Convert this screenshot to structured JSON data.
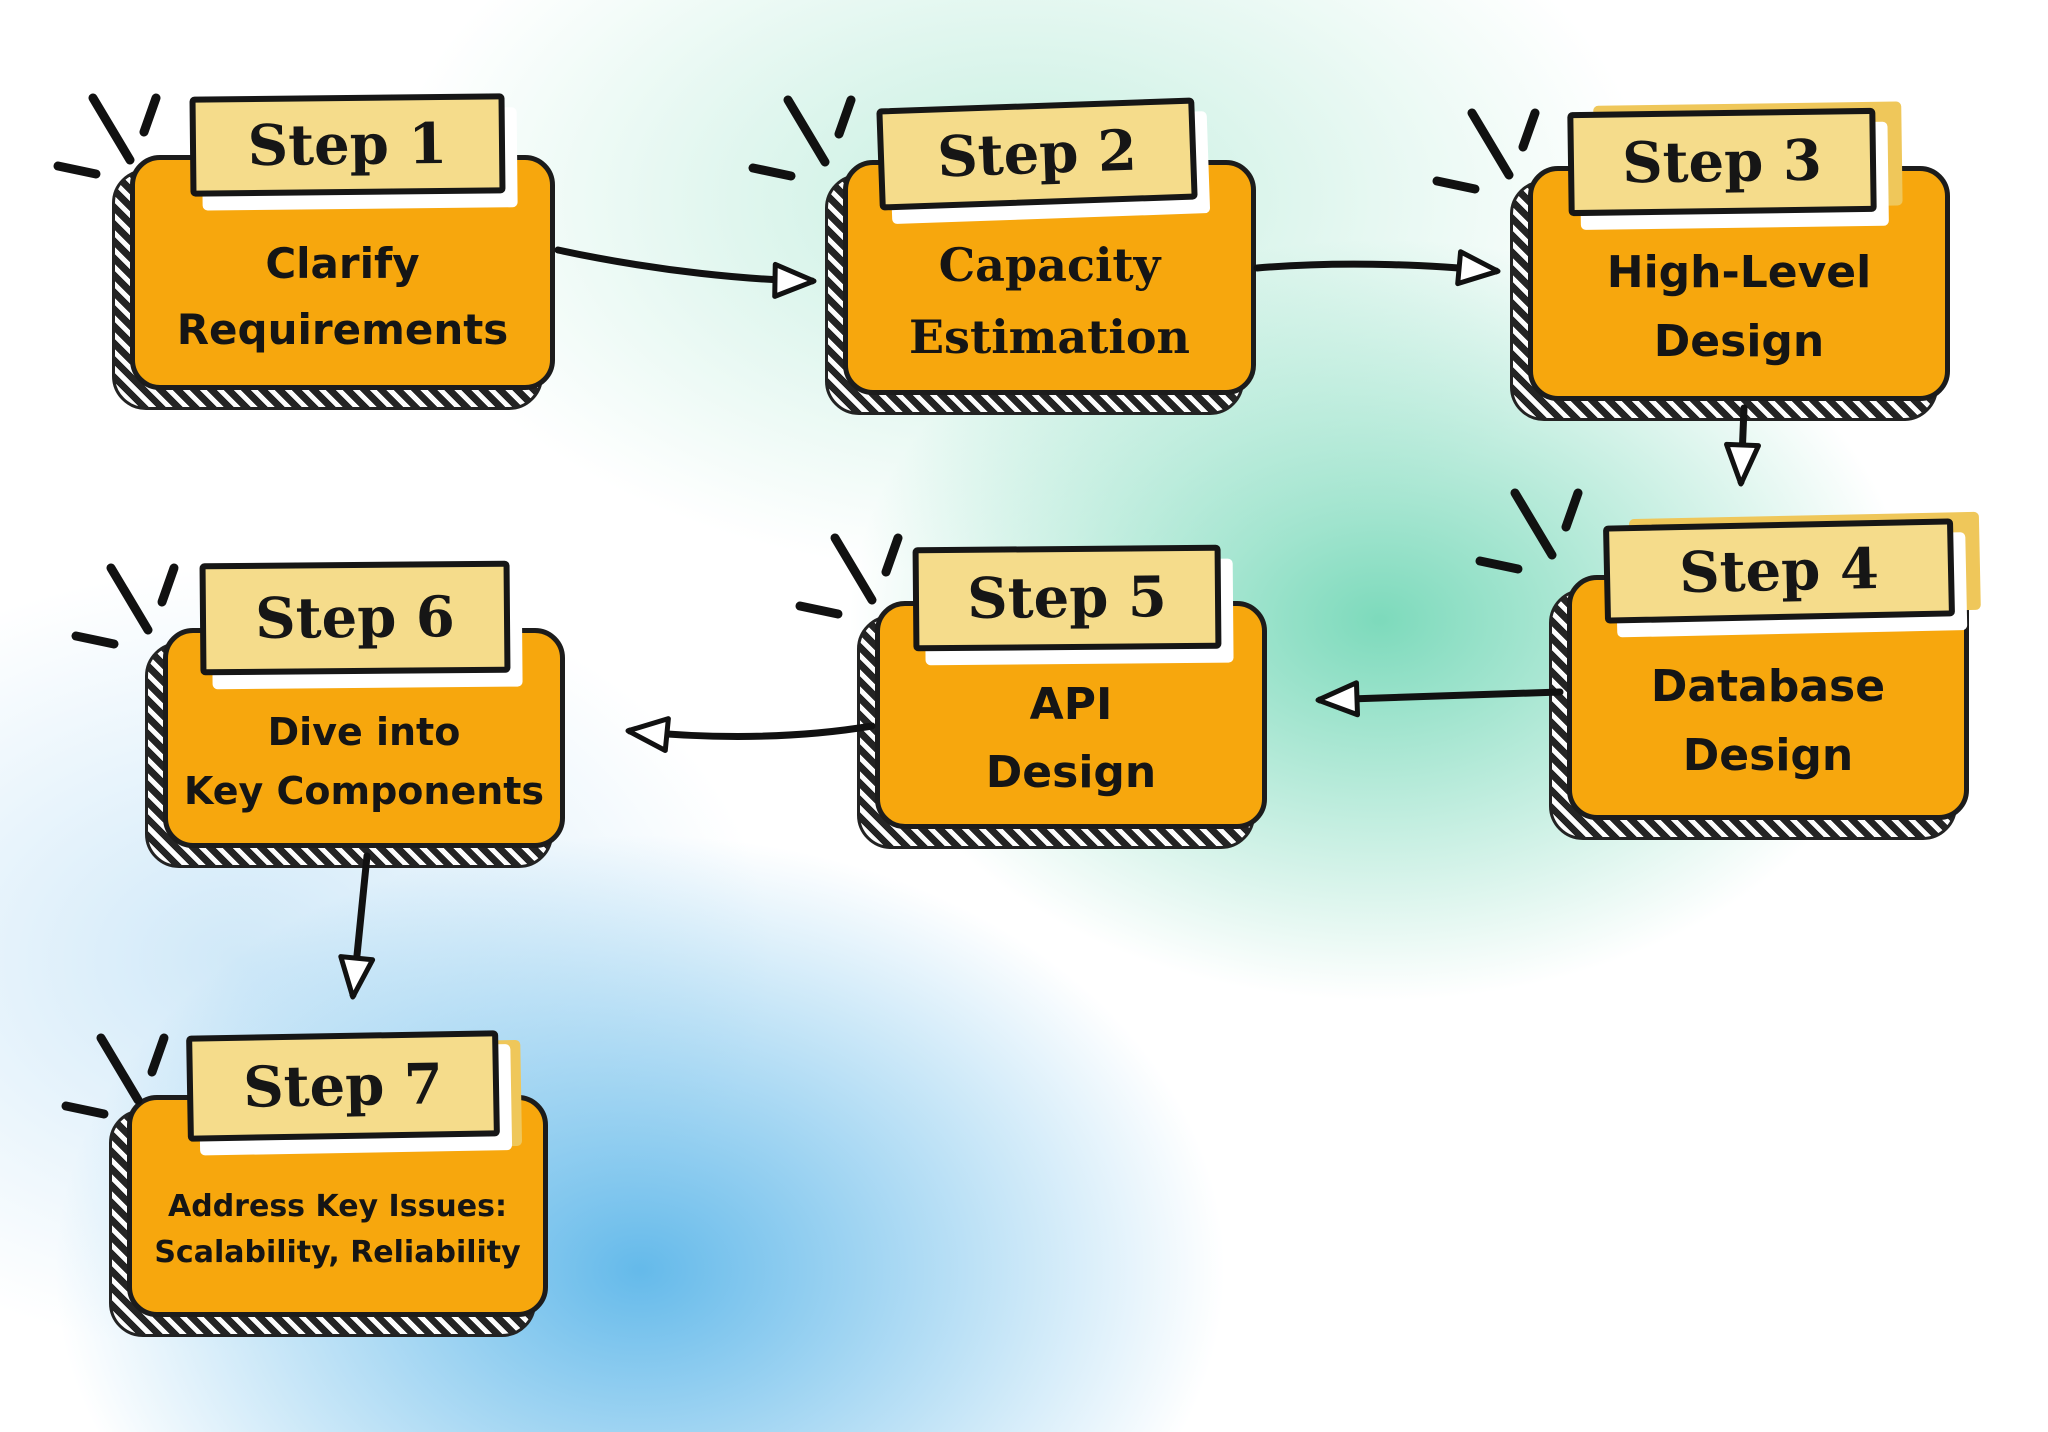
{
  "diagram": {
    "steps": [
      {
        "label": "Step 1",
        "line1": "Clarify",
        "line2": "Requirements"
      },
      {
        "label": "Step 2",
        "line1": "Capacity",
        "line2": "Estimation"
      },
      {
        "label": "Step 3",
        "line1": "High-Level",
        "line2": "Design"
      },
      {
        "label": "Step 4",
        "line1": "Database",
        "line2": "Design"
      },
      {
        "label": "Step 5",
        "line1": "API",
        "line2": "Design"
      },
      {
        "label": "Step 6",
        "line1": "Dive into",
        "line2": "Key Components"
      },
      {
        "label": "Step 7",
        "line1": "Address Key Issues:",
        "line2": "Scalability, Reliability"
      }
    ],
    "connections": [
      {
        "from": "Step 1",
        "to": "Step 2"
      },
      {
        "from": "Step 2",
        "to": "Step 3"
      },
      {
        "from": "Step 3",
        "to": "Step 4"
      },
      {
        "from": "Step 4",
        "to": "Step 5"
      },
      {
        "from": "Step 5",
        "to": "Step 6"
      },
      {
        "from": "Step 6",
        "to": "Step 7"
      }
    ],
    "colors": {
      "box_fill": "#F7A70D",
      "label_fill": "#F5DC8B",
      "label_accent": "#EFC75A",
      "outline": "#1C1C1C",
      "arrow": "#111111",
      "bg_teal": "#76D8B8",
      "bg_blue": "#5CB6E9",
      "bg_base": "#FFFFFF"
    }
  }
}
